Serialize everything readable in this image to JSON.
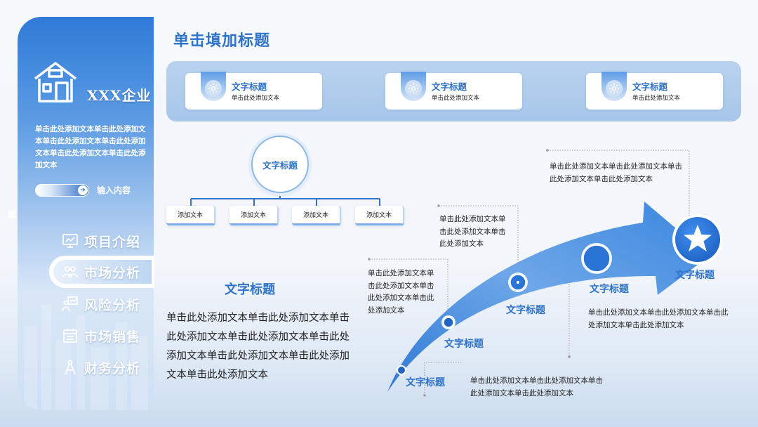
{
  "sidebar": {
    "company": "XXX企业",
    "intro": "单击此处添加文本单击此处添加文本单击此处添加文本单击此处添加文本单击此处添加文本单击此处添加文本",
    "input_label": "输入内容",
    "edge_char": "单",
    "nav": [
      {
        "label": "项目介绍",
        "icon": "monitor-icon"
      },
      {
        "label": "市场分析",
        "icon": "team-icon"
      },
      {
        "label": "风险分析",
        "icon": "presentation-icon"
      },
      {
        "label": "市场销售",
        "icon": "calendar-icon"
      },
      {
        "label": "财务分析",
        "icon": "compass-icon"
      }
    ],
    "active_index": 1
  },
  "header": {
    "title": "单击填加标题"
  },
  "cards": [
    {
      "title": "文字标题",
      "text": "单击此处添加文本",
      "icon": "gear-icon"
    },
    {
      "title": "文字标题",
      "text": "单击此处添加文本",
      "icon": "gear-icon"
    },
    {
      "title": "文字标题",
      "text": "单击此处添加文本",
      "icon": "gear-icon"
    }
  ],
  "tree": {
    "root": "文字标题",
    "leaves": [
      "添加文本",
      "添加文本",
      "添加文本",
      "添加文本"
    ]
  },
  "left_block": {
    "title": "文字标题",
    "text": "单击此处添加文本单击此处添加文本单击此处添加文本单击此处添加文本单击此处添加文本单击此处添加文本单击此处添加文本单击此处添加文本"
  },
  "timeline": {
    "nodes": [
      {
        "title": "文字标题",
        "note": "单击此处添加文本单击此处添加文本单击此处添加文本单击此处添加文本"
      },
      {
        "title": "文字标题",
        "note": "单击此处添加文本单击此处添加文本单击此处添加文本单击此处添加文本"
      },
      {
        "title": "文字标题",
        "note": "单击此处添加文本单击此处添加文本单击此处添加文本"
      },
      {
        "title": "文字标题",
        "note": "单击此处添加文本单击此处添加文本单击此处添加文本单击此处添加文本"
      },
      {
        "title": "文字标题",
        "note": "单击此处添加文本单击此处添加文本单击此处添加文本单击此处添加文本"
      }
    ]
  },
  "colors": {
    "accent": "#2f73c9",
    "accent_dark": "#1f63c4",
    "band": "#a7c6ea"
  }
}
